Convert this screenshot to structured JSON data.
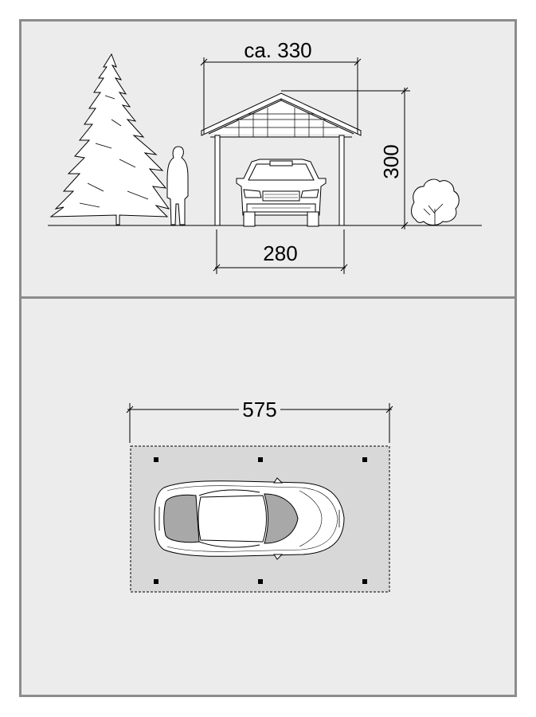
{
  "dimensions": {
    "roof_width": "ca. 330",
    "post_width": "280",
    "height": "300",
    "length": "575"
  },
  "colors": {
    "panel_background": "#ececec",
    "panel_border": "#8c8c8c",
    "footprint_fill": "#d8d8d8",
    "line": "#000000",
    "window_glass": "#a8a8a8"
  },
  "icons": [
    "spruce-tree-icon",
    "person-silhouette-icon",
    "car-front-icon",
    "bush-icon",
    "car-top-icon",
    "post-marker-icon"
  ]
}
